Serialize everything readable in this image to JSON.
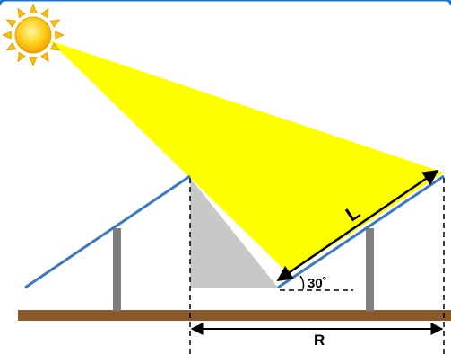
{
  "diagram": {
    "label_length": "L",
    "label_spacing": "R",
    "label_angle": "30˚"
  },
  "colors": {
    "frame": "#1a73c8",
    "sunlight": "#ffff00",
    "shadow": "#c8c8c8",
    "panel": "#3b78c4",
    "support": "#7f7f7f",
    "ground": "#8b5a2b",
    "sun": "#ffc000"
  },
  "icons": {
    "sun": "sun-icon"
  }
}
